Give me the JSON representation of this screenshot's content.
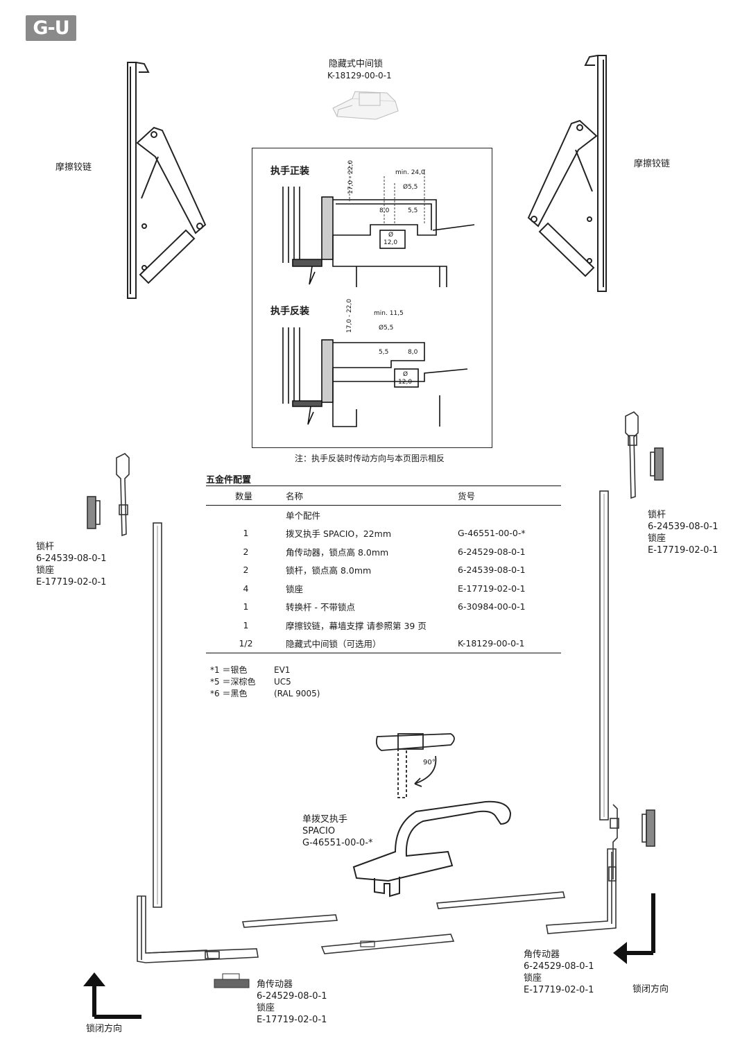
{
  "logo": "G-U",
  "labels": {
    "center_lock_name": "隐藏式中间锁",
    "center_lock_code": "K-18129-00-0-1",
    "friction_hinge_left": "摩擦铰链",
    "friction_hinge_right": "摩擦铰链",
    "handle_normal": "执手正装",
    "handle_reverse": "执手反装",
    "note": "注：执手反装时传动方向与本页图示相反",
    "left_lockrod_name": "锁杆",
    "left_lockrod_code": "6-24539-08-0-1",
    "left_keeper_name": "锁座",
    "left_keeper_code": "E-17719-02-0-1",
    "right_lockrod_name": "锁杆",
    "right_lockrod_code": "6-24539-08-0-1",
    "right_keeper_name": "锁座",
    "right_keeper_code": "E-17719-02-0-1",
    "handle_line1": "单拨叉执手",
    "handle_line2": "SPACIO",
    "handle_line3": "G-46551-00-0-*",
    "rotation": "90°",
    "corner_left_name": "角传动器",
    "corner_left_code": "6-24529-08-0-1",
    "corner_left_keeper": "锁座",
    "corner_left_keeper_code": "E-17719-02-0-1",
    "corner_right_name": "角传动器",
    "corner_right_code": "6-24529-08-0-1",
    "corner_right_keeper": "锁座",
    "corner_right_keeper_code": "E-17719-02-0-1",
    "lock_dir_left": "锁闭方向",
    "lock_dir_right": "锁闭方向"
  },
  "dims": {
    "top": {
      "h": "17,0 - 22,0",
      "min": "min. 24,0",
      "dia": "Ø5,5",
      "a": "8,0",
      "b": "5,5",
      "d1": "Ø",
      "d2": "12,0"
    },
    "bottom": {
      "h": "17,0 - 22,0",
      "min": "min. 11,5",
      "dia": "Ø5,5",
      "a": "5,5",
      "b": "8,0",
      "d1": "Ø",
      "d2": "12,0"
    }
  },
  "config": {
    "title": "五金件配置",
    "headers": {
      "qty": "数量",
      "name": "名称",
      "code": "货号"
    },
    "rows": [
      {
        "qty": "",
        "name": "单个配件",
        "code": ""
      },
      {
        "qty": "1",
        "name": "拨叉执手 SPACIO，22mm",
        "code": "G-46551-00-0-*"
      },
      {
        "qty": "2",
        "name": "角传动器，锁点高 8.0mm",
        "code": "6-24529-08-0-1"
      },
      {
        "qty": "2",
        "name": "锁杆，锁点高 8.0mm",
        "code": "6-24539-08-0-1"
      },
      {
        "qty": "4",
        "name": "锁座",
        "code": "E-17719-02-0-1"
      },
      {
        "qty": "1",
        "name": "转换杆 - 不带锁点",
        "code": "6-30984-00-0-1"
      },
      {
        "qty": "1",
        "name": "摩擦铰链，幕墙支撑 请参照第 39 页",
        "code": ""
      },
      {
        "qty": "1/2",
        "name": "隐藏式中间锁（可选用）",
        "code": "K-18129-00-0-1"
      }
    ]
  },
  "colors": [
    {
      "key": "*1 ＝银色",
      "val": "EV1"
    },
    {
      "key": "*5 ＝深棕色",
      "val": "UC5"
    },
    {
      "key": "*6 ＝黑色",
      "val": "(RAL 9005)"
    }
  ]
}
